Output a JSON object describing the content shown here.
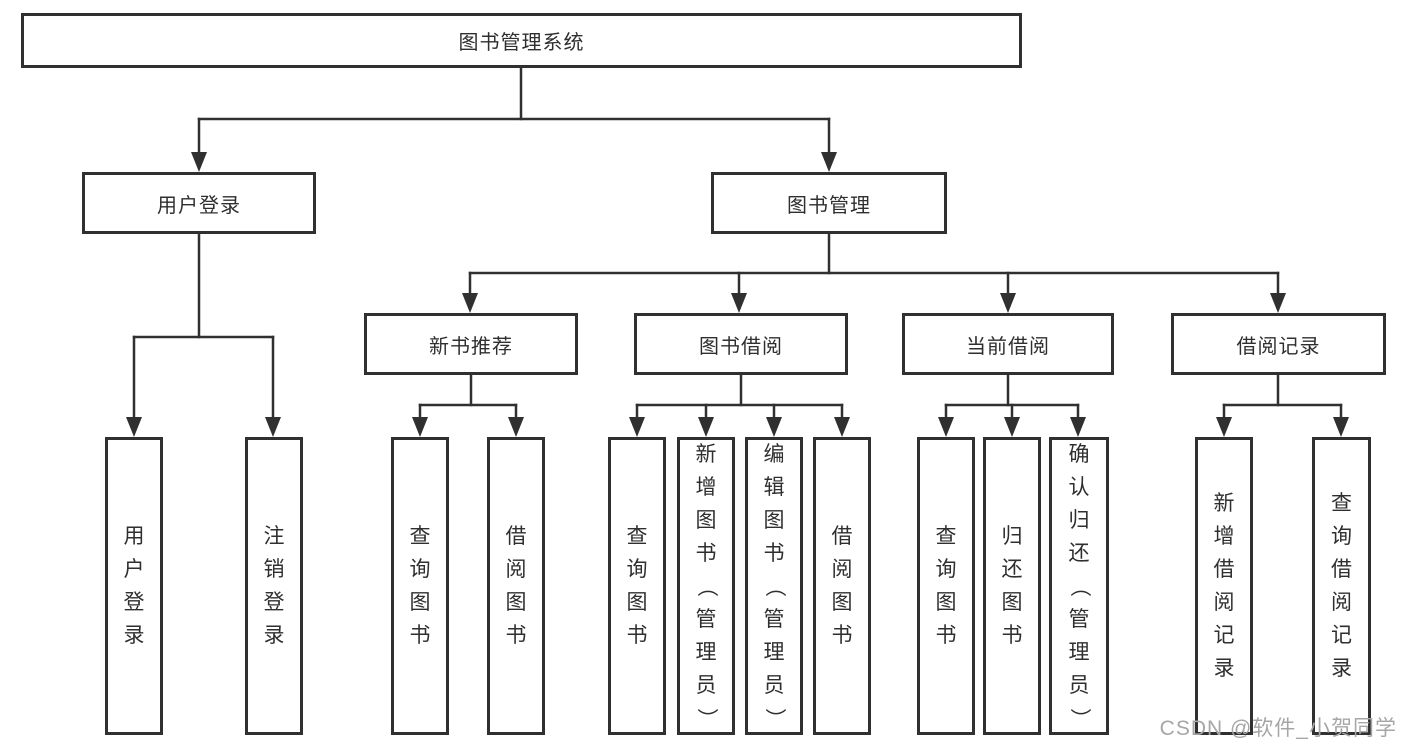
{
  "tree": {
    "label": "图书管理系统",
    "children": [
      {
        "label": "用户登录",
        "children": [
          {
            "label": "用户登录"
          },
          {
            "label": "注销登录"
          }
        ]
      },
      {
        "label": "图书管理",
        "children": [
          {
            "label": "新书推荐",
            "children": [
              {
                "label": "查询图书"
              },
              {
                "label": "借阅图书"
              }
            ]
          },
          {
            "label": "图书借阅",
            "children": [
              {
                "label": "查询图书"
              },
              {
                "label": "新增图书（管理员）"
              },
              {
                "label": "编辑图书（管理员）"
              },
              {
                "label": "借阅图书"
              }
            ]
          },
          {
            "label": "当前借阅",
            "children": [
              {
                "label": "查询图书"
              },
              {
                "label": "归还图书"
              },
              {
                "label": "确认归还（管理员）"
              }
            ]
          },
          {
            "label": "借阅记录",
            "children": [
              {
                "label": "新增借阅记录"
              },
              {
                "label": "查询借阅记录"
              }
            ]
          }
        ]
      }
    ]
  },
  "watermark": {
    "text": "CSDN @软件_小贺同学"
  },
  "colors": {
    "line": "#303030",
    "box_border": "#303030",
    "text": "#2f2f2f",
    "watermark": "#a6a6a6",
    "background": "#ffffff"
  }
}
